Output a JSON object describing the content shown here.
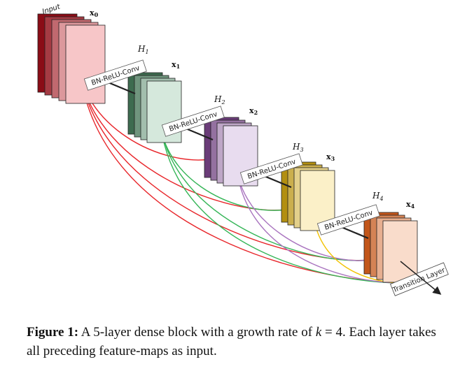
{
  "figure": {
    "input_label": "Input",
    "layers": [
      {
        "name": "H",
        "sub": "1",
        "op": "BN-ReLU-Conv"
      },
      {
        "name": "H",
        "sub": "2",
        "op": "BN-ReLU-Conv"
      },
      {
        "name": "H",
        "sub": "3",
        "op": "BN-ReLU-Conv"
      },
      {
        "name": "H",
        "sub": "4",
        "op": "BN-ReLU-Conv"
      }
    ],
    "maps": [
      {
        "label": "x",
        "sub": "0",
        "back": "#8a0c16",
        "front": "#f7c6c8"
      },
      {
        "label": "x",
        "sub": "1",
        "back": "#3d6b4f",
        "front": "#d5e8dc"
      },
      {
        "label": "x",
        "sub": "2",
        "back": "#6a3c78",
        "front": "#e8dcef"
      },
      {
        "label": "x",
        "sub": "3",
        "back": "#b38f10",
        "front": "#fbf0c8"
      },
      {
        "label": "x",
        "sub": "4",
        "back": "#c2561a",
        "front": "#f9dccb"
      }
    ],
    "transition_label": "Transition Layer",
    "colors": {
      "red": "#e8262b",
      "green": "#35b557",
      "purple": "#a974bf",
      "yellow": "#f2c200"
    }
  },
  "caption": {
    "label": "Figure 1:",
    "text_a": "A 5-layer dense block with a growth rate of",
    "var": "k",
    "eq": "= 4.",
    "text_b": "Each layer takes all preceding feature-maps as input."
  }
}
